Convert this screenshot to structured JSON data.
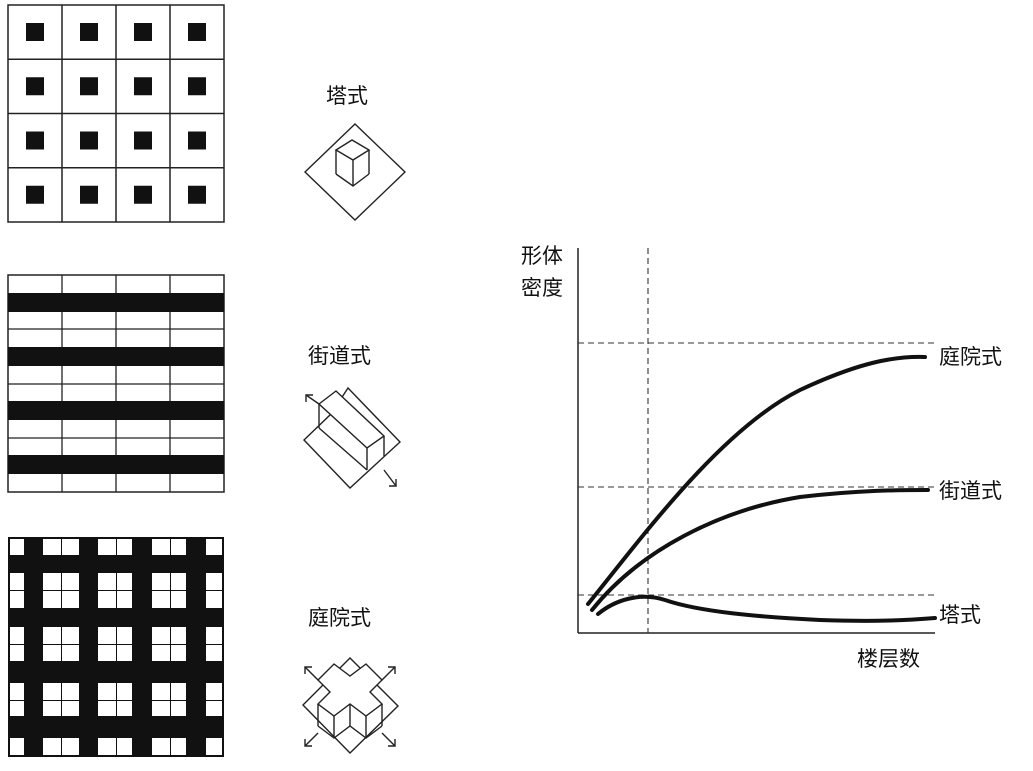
{
  "patterns": [
    {
      "id": "tower",
      "label": "塔式"
    },
    {
      "id": "street",
      "label": "街道式"
    },
    {
      "id": "courtyard",
      "label": "庭院式"
    }
  ],
  "chart": {
    "ylabel_line1": "形体",
    "ylabel_line2": "密度",
    "xlabel": "楼层数",
    "series_labels": [
      "庭院式",
      "街道式",
      "塔式"
    ]
  },
  "colors": {
    "ink": "#111111",
    "background": "#ffffff"
  }
}
